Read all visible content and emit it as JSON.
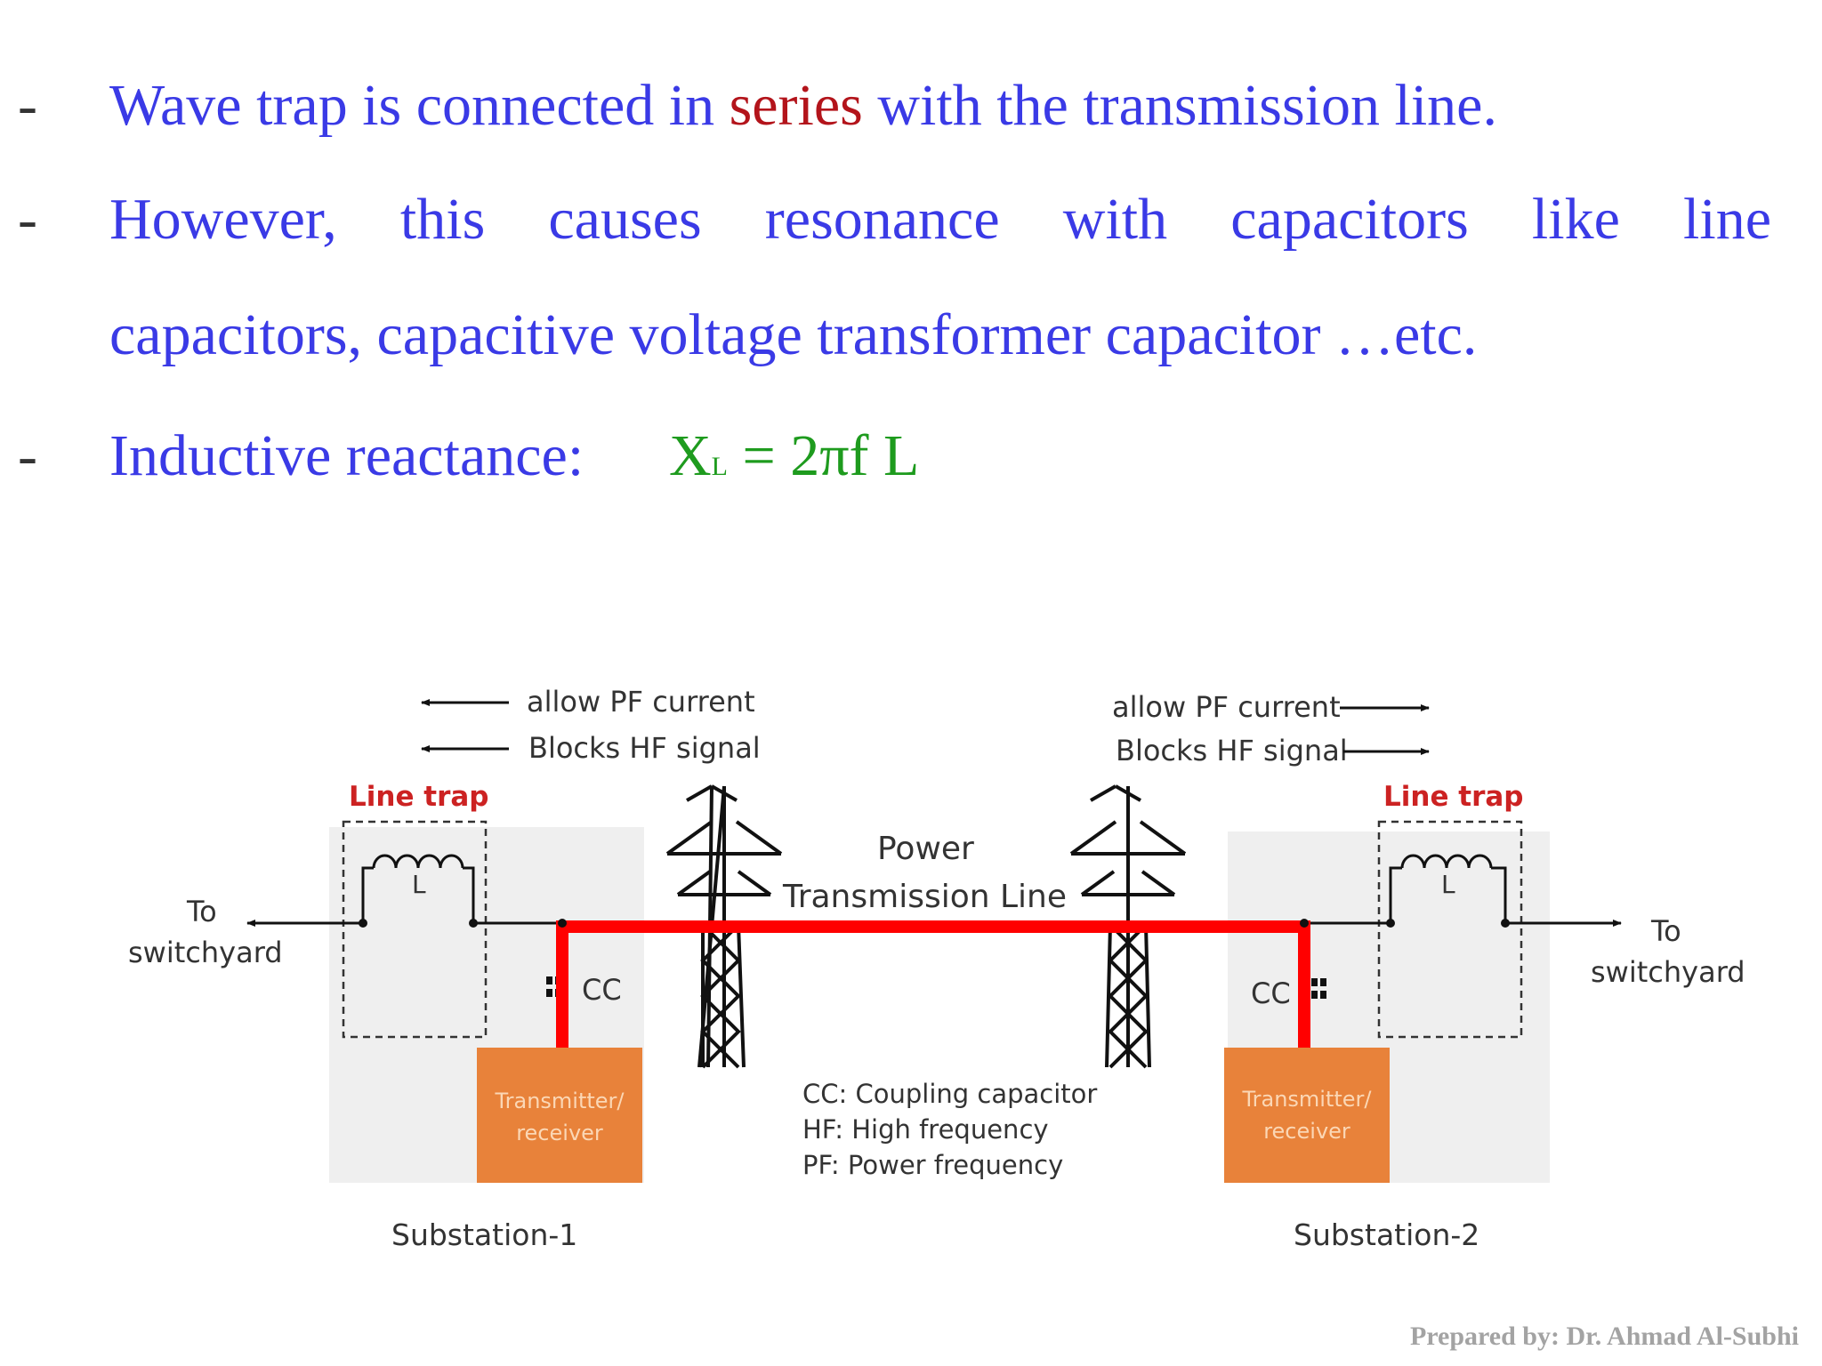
{
  "bullets": [
    {
      "dash": "-",
      "before": "Wave trap is connected in ",
      "highlight": "series",
      "after": " with the transmission line."
    },
    {
      "dash": "-",
      "words": [
        "However,",
        "this",
        "causes",
        "resonance",
        "with",
        "capacitors",
        "like",
        "line"
      ],
      "line2": "capacitors, capacitive voltage transformer capacitor …etc."
    },
    {
      "dash": "-",
      "label": "Inductive reactance:",
      "formula_x": "X",
      "formula_sub": "L",
      "formula_rest": " = 2πf L"
    }
  ],
  "diagram": {
    "arrow_left_1": "allow PF current",
    "arrow_left_2": "Blocks HF signal",
    "arrow_right_1": "allow PF current",
    "arrow_right_2": "Blocks HF signal",
    "line_trap_left": "Line trap",
    "line_trap_right": "Line trap",
    "inductor_label_left": "L",
    "inductor_label_right": "L",
    "to_left": "To",
    "switchyard_left": "switchyard",
    "to_right": "To",
    "switchyard_right": "switchyard",
    "power_line_1": "Power",
    "power_line_2": "Transmission Line",
    "cc_left": "CC",
    "cc_right": "CC",
    "tx_left_1": "Transmitter/",
    "tx_left_2": "receiver",
    "tx_right_1": "Transmitter/",
    "tx_right_2": "receiver",
    "legend_1": "CC: Coupling capacitor",
    "legend_2": "HF: High frequency",
    "legend_3": "PF: Power frequency",
    "substation_1": "Substation-1",
    "substation_2": "Substation-2",
    "colors": {
      "trap_red": "#cc2222",
      "signal_path": "#ff0000",
      "transceiver": "#e8823a",
      "panel": "#efefef"
    }
  },
  "footer": "Prepared by: Dr. Ahmad Al-Subhi"
}
